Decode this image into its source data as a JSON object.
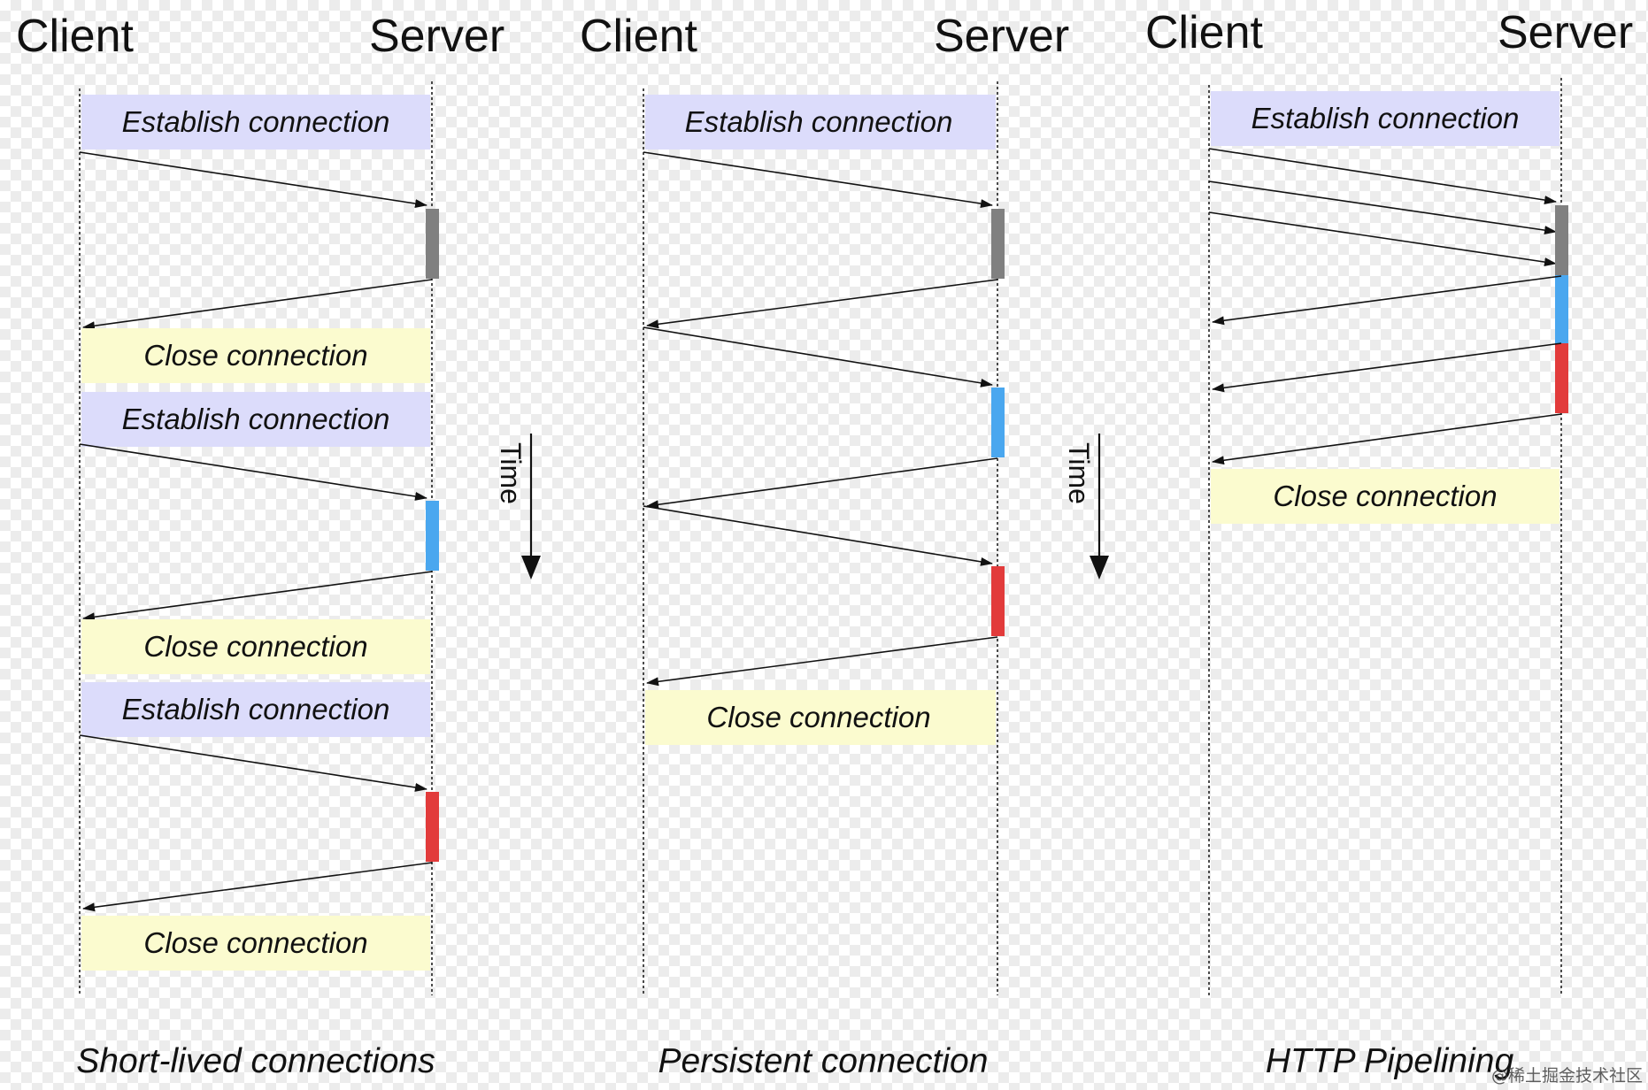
{
  "colors": {
    "establish_box": "#dcdcfb",
    "close_box": "#fbfbcf",
    "processing_gray": "#808080",
    "processing_blue": "#4aa7ef",
    "processing_red": "#e23b3b",
    "lines": "#111111"
  },
  "diagrams": [
    {
      "client_label": "Client",
      "server_label": "Server",
      "caption": "Short-lived connections",
      "establish_label": "Establish connection",
      "close_label": "Close connection"
    },
    {
      "client_label": "Client",
      "server_label": "Server",
      "caption": "Persistent connection",
      "establish_label": "Establish connection",
      "close_label": "Close connection"
    },
    {
      "client_label": "Client",
      "server_label": "Server",
      "caption": "HTTP Pipelining",
      "establish_label": "Establish connection",
      "close_label": "Close connection"
    }
  ],
  "time_label": "Time",
  "watermark": "@稀土掘金技术社区"
}
